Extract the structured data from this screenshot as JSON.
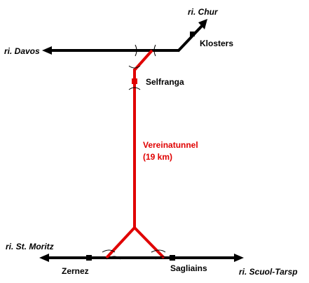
{
  "colors": {
    "existing_line": "#000000",
    "new_line": "#e00000"
  },
  "directions": {
    "chur": "ri. Chur",
    "davos": "ri. Davos",
    "st_moritz": "ri. St. Moritz",
    "scuol_tarasp": "ri. Scuol-Tarsp"
  },
  "stations": {
    "klosters": "Klosters",
    "selfranga": "Selfranga",
    "zernez": "Zernez",
    "sagliains": "Sagliains"
  },
  "tunnel": {
    "name": "Vereinatunnel",
    "length": "(19 km)"
  }
}
